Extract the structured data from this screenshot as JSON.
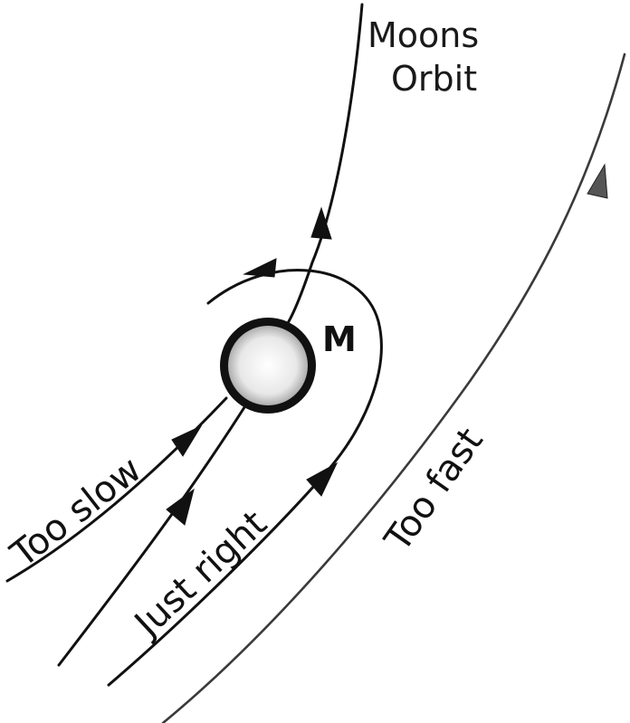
{
  "labels": {
    "orbit_line1": "Moons",
    "orbit_line2": "Orbit",
    "moon": "M",
    "too_slow": "Too slow",
    "just_right": "Just right",
    "too_fast": "Too fast"
  }
}
